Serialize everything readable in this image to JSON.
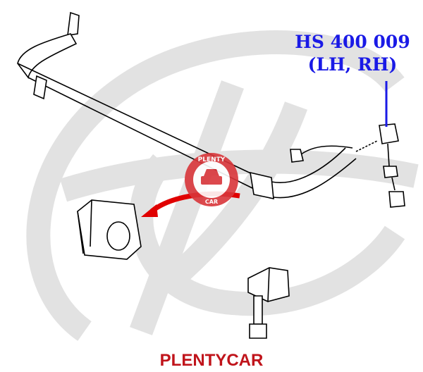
{
  "part_number": "HS 400 009",
  "position": "(LH, RH)",
  "brand": "PLENTYCAR",
  "logo": {
    "text_top": "PLENTY",
    "text_bottom": "CAR"
  },
  "colors": {
    "part_label": "#1a1ae6",
    "brand": "#c0141b",
    "arrow": "#e00000",
    "watermark": "#e2e2e2",
    "logo": "#d9363a"
  }
}
